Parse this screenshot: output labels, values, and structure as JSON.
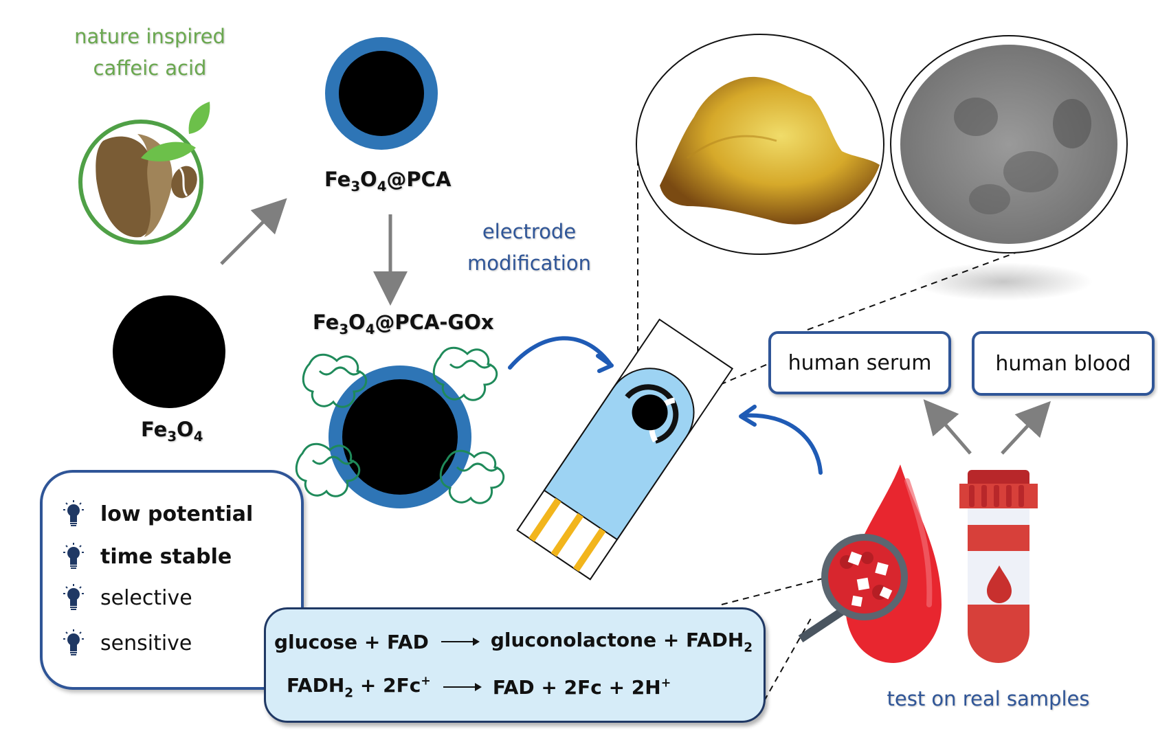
{
  "labels": {
    "nature_line1": "nature inspired",
    "nature_line2": "caffeic acid",
    "fe3o4": {
      "base": "Fe",
      "sub1": "3",
      "mid": "O",
      "sub2": "4",
      "suffix": ""
    },
    "fe3o4_pca": {
      "base": "Fe",
      "sub1": "3",
      "mid": "O",
      "sub2": "4",
      "suffix": "@PCA"
    },
    "fe3o4_pca_gox": {
      "base": "Fe",
      "sub1": "3",
      "mid": "O",
      "sub2": "4",
      "suffix": "@PCA-GOx"
    },
    "electrode_line1": "electrode",
    "electrode_line2": "modification",
    "test_real_samples": "test on real samples"
  },
  "samples": [
    {
      "label": "human serum"
    },
    {
      "label": "human blood"
    }
  ],
  "features": [
    {
      "label": "low potential",
      "bold": true,
      "icon": "lightbulb-icon"
    },
    {
      "label": "time stable",
      "bold": true,
      "icon": "lightbulb-icon"
    },
    {
      "label": "selective",
      "bold": false,
      "icon": "lightbulb-icon"
    },
    {
      "label": "sensitive",
      "bold": false,
      "icon": "lightbulb-icon"
    }
  ],
  "reactions": {
    "r1": {
      "left": "glucose + FAD",
      "right_a": "gluconolactone + FADH",
      "right_sub": "2"
    },
    "r2": {
      "left_a": "FADH",
      "left_sub": "2",
      "left_b": " + 2Fc",
      "left_sup": "+",
      "right_a": "FAD + 2Fc + 2H",
      "right_sup": "+"
    }
  },
  "colors": {
    "accent_blue": "#2f5597",
    "arrow_blue": "#1f5bb5",
    "green": "#6aa84f",
    "shell_blue": "#2e75b6",
    "reaction_bg": "#d6ecf8",
    "strip_blue": "#9dd3f3",
    "blood_red": "#e8262f",
    "afm_gold": "#d6a92a"
  }
}
